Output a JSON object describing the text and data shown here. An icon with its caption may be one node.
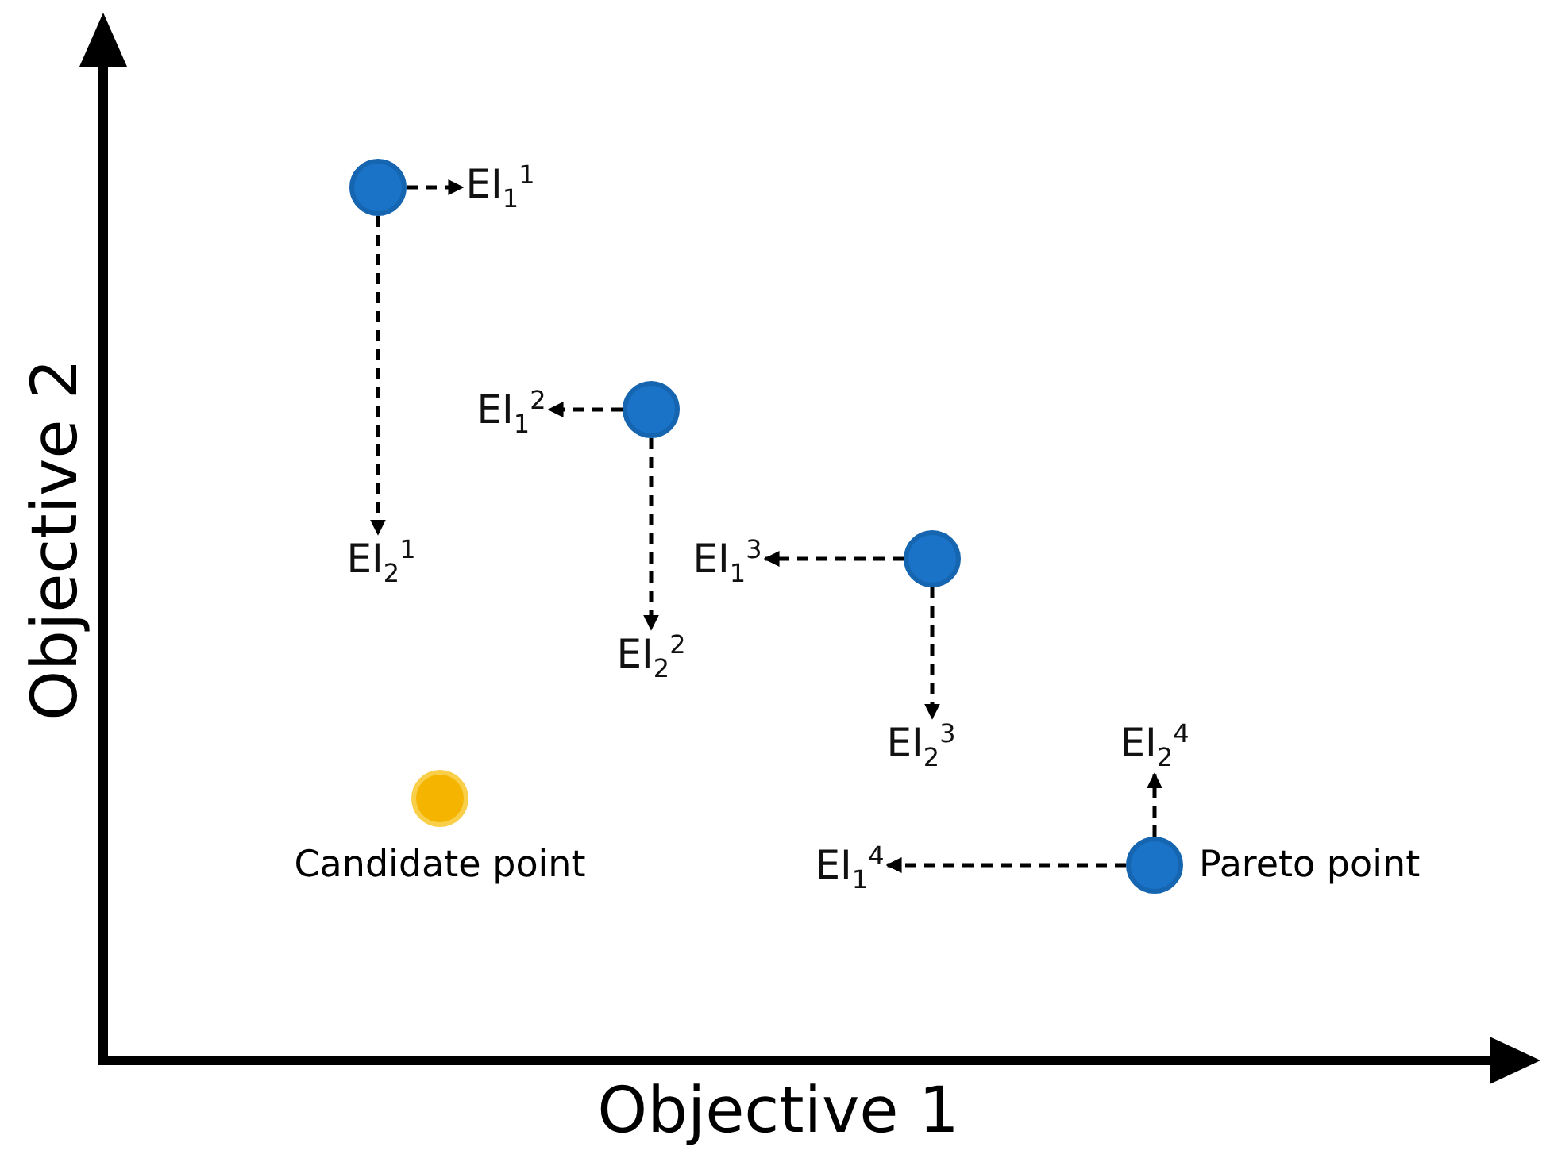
{
  "diagram": {
    "nodes": [
      {
        "text": [],
        "shape": "circle"
      },
      {
        "text": [
          "EI$_{1}$$^{1}$"
        ]
      },
      {
        "text": [
          "EI$_{1}$$^{2}$"
        ]
      },
      {
        "text": [],
        "shape": "circle"
      },
      {
        "text": [
          "EI$_{2}$$^{1}$"
        ]
      },
      {
        "text": [
          "EI$_{1}$$^{3}$"
        ]
      },
      {
        "text": [],
        "shape": "circle"
      },
      {
        "text": [
          "EI$_{2}$$^{2}$"
        ]
      },
      {
        "text": [
          "EI$_{2}$$^{3}$"
        ]
      },
      {
        "text": [
          "EI$_{2}$$^{4}$"
        ]
      },
      {
        "text": [],
        "shape": "circle",
        "beside": [
          "Candidate point"
        ]
      },
      {
        "text": [
          "EI$_{1}$$^{4}$"
        ]
      },
      {
        "text": [],
        "shape": "circle",
        "beside": [
          "Pareto point"
        ]
      }
    ],
    "edges": [
      {
        "from": 0,
        "to": 1,
        "arrow": "to",
        "style": "dashed"
      },
      {
        "from": 0,
        "to": 4,
        "arrow": "to",
        "style": "dashed"
      },
      {
        "from": 3,
        "to": 2,
        "arrow": "to",
        "style": "dashed"
      },
      {
        "from": 3,
        "to": 7,
        "arrow": "to",
        "style": "dashed"
      },
      {
        "from": 6,
        "to": 5,
        "arrow": "to",
        "style": "dashed"
      },
      {
        "from": 6,
        "to": 8,
        "arrow": "to",
        "style": "dashed"
      },
      {
        "from": 12,
        "to": 11,
        "arrow": "to",
        "style": "dashed"
      },
      {
        "from": 12,
        "to": 9,
        "arrow": "to",
        "style": "dashed"
      }
    ],
    "labels": [
      "Objective 2",
      "Objective 1"
    ]
  }
}
